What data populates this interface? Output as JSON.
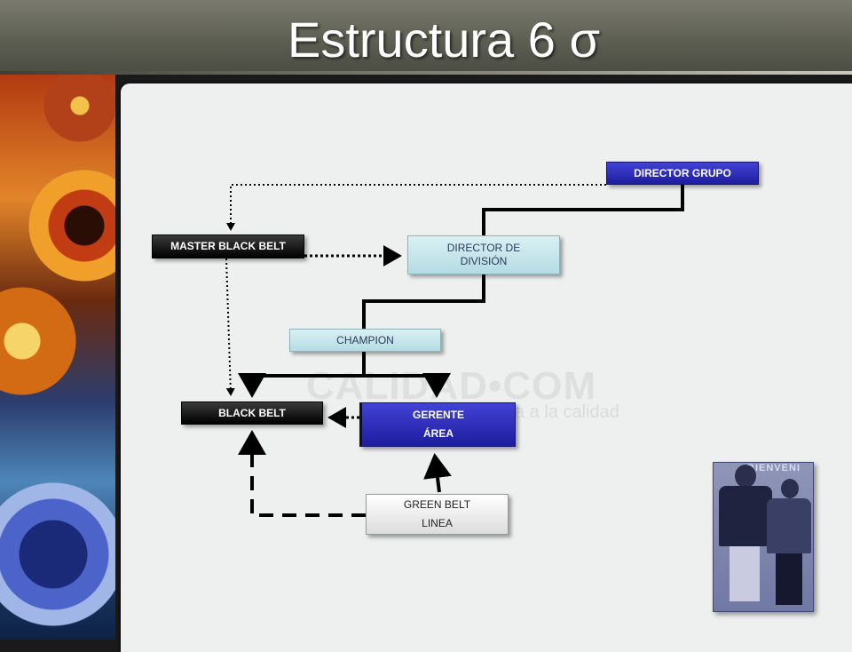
{
  "slide": {
    "title": "Estructura 6 σ"
  },
  "watermark": {
    "brand": "CALIDAD•COM",
    "tagline": "a a la calidad"
  },
  "boxes": {
    "director_grupo": "DIRECTOR GRUPO",
    "master_black_belt": "MASTER BLACK BELT",
    "director_division_line1": "DIRECTOR DE",
    "director_division_line2": "DIVISIÓN",
    "champion": "CHAMPION",
    "black_belt": "BLACK BELT",
    "gerente_line1": "GERENTE",
    "gerente_line2": "ÁREA",
    "green_belt_line1": "GREEN BELT",
    "green_belt_line2": "LINEA"
  },
  "photo": {
    "sign_text": "BIENVENI"
  },
  "colors": {
    "header": "#5e5f53",
    "box_dark": "#000000",
    "box_blue": "#2a2ab8",
    "box_light": "#c6e6eb",
    "box_white": "#f0f0f0",
    "connector": "#000000"
  }
}
